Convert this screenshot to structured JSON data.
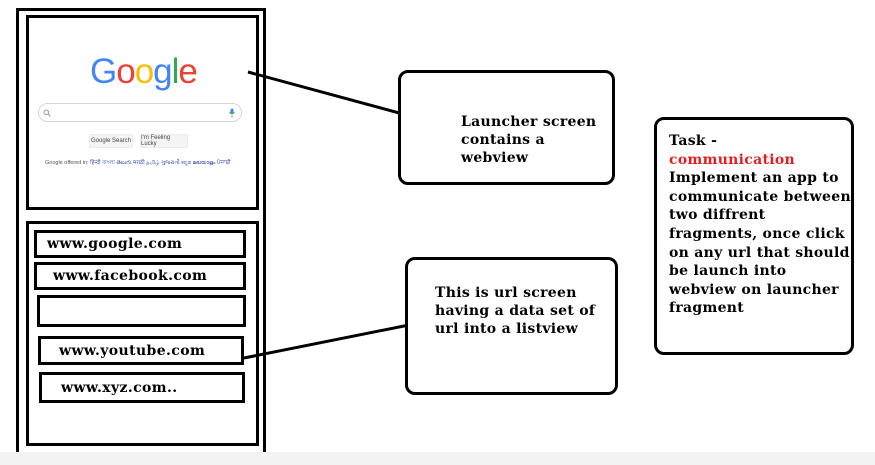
{
  "launcher_preview": {
    "logo_letters": [
      {
        "ch": "G",
        "color": "#4285f4"
      },
      {
        "ch": "o",
        "color": "#ea4335"
      },
      {
        "ch": "o",
        "color": "#fbbc05"
      },
      {
        "ch": "g",
        "color": "#4285f4"
      },
      {
        "ch": "l",
        "color": "#34a853"
      },
      {
        "ch": "e",
        "color": "#ea4335"
      }
    ],
    "search_button": "Google Search",
    "lucky_button": "I'm Feeling Lucky",
    "offered_in_prefix": "Google offered in:",
    "offered_languages": "हिन्दी বাংলা తెలుగు मराठी தமிழ் ગુજરાતી ಕನ್ನಡ മലയാളം ਪੰਜਾਬੀ"
  },
  "url_list": {
    "items": [
      "www.google.com",
      "www.facebook.com",
      "",
      "www.youtube.com",
      "www.xyz.com.."
    ]
  },
  "callouts": {
    "launcher": "Launcher screen contains a webview",
    "url_screen": "This is url screen having a data set of url into a listview",
    "task_label": "Task -",
    "task_keyword": "communication",
    "task_body": "Implement an app to communicate between two diffrent fragments, once click on any url that should be launch into webview on launcher fragment"
  },
  "colors": {
    "task_keyword": "#e02020",
    "connector": "#000000"
  },
  "icons": [
    "search-icon",
    "mic-icon"
  ]
}
